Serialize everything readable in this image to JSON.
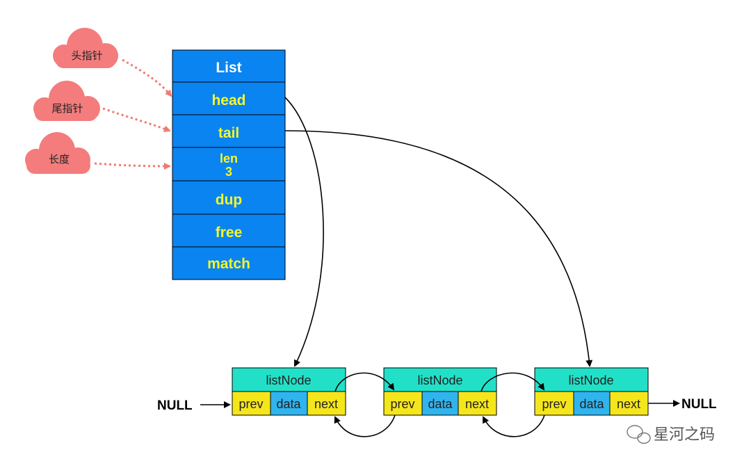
{
  "labels": {
    "head_pointer": "头指针",
    "tail_pointer": "尾指针",
    "length": "长度"
  },
  "list": {
    "title": "List",
    "head": "head",
    "tail": "tail",
    "len": "len",
    "len_value": "3",
    "dup": "dup",
    "free": "free",
    "match": "match"
  },
  "nodes": [
    {
      "title": "listNode",
      "prev": "prev",
      "data": "data",
      "next": "next"
    },
    {
      "title": "listNode",
      "prev": "prev",
      "data": "data",
      "next": "next"
    },
    {
      "title": "listNode",
      "prev": "prev",
      "data": "data",
      "next": "next"
    }
  ],
  "null_left": "NULL",
  "null_right": "NULL",
  "watermark": "星河之码",
  "colors": {
    "list_fill": "#0a84f0",
    "list_title_text": "#ffffff",
    "list_field_text": "#f6f62a",
    "node_title_fill": "#22e0c8",
    "node_prev_fill": "#f5e61c",
    "node_data_fill": "#30b4ee",
    "node_next_fill": "#f5e61c",
    "cloud_fill": "#f47c7c",
    "dotted_arrow": "#f07a72"
  }
}
